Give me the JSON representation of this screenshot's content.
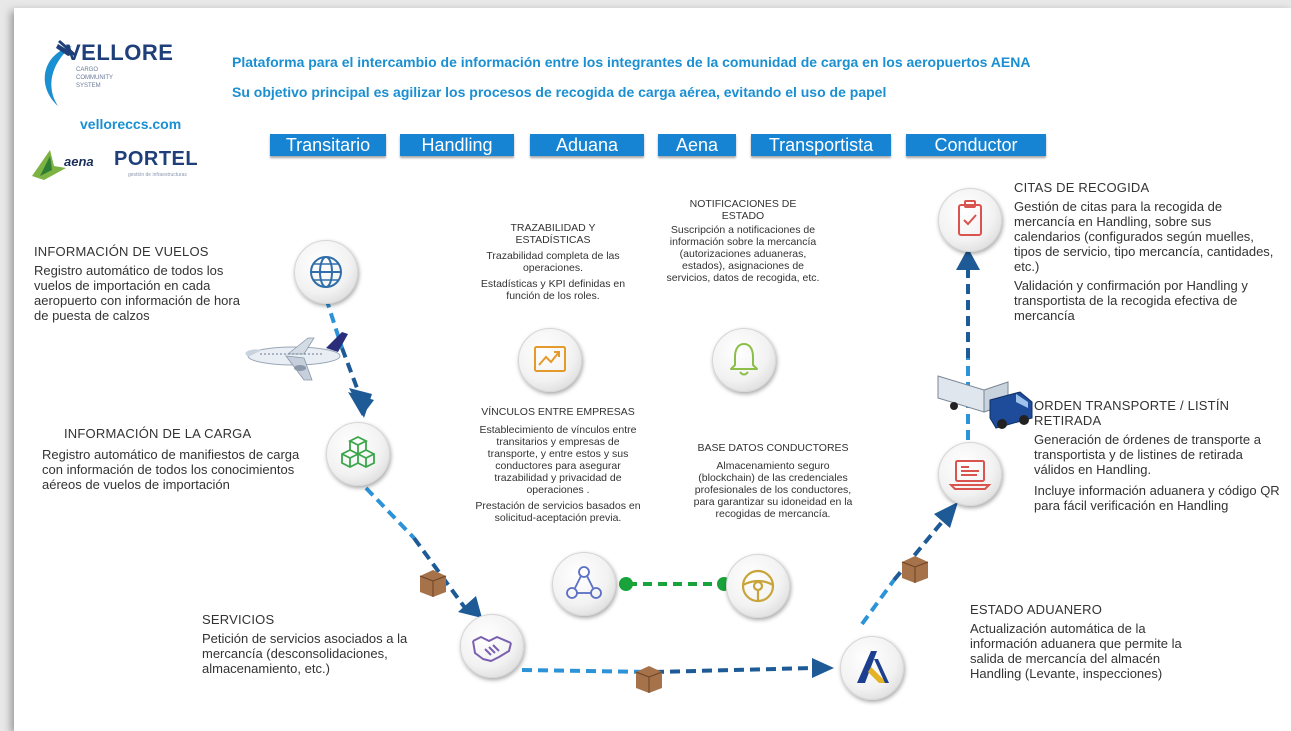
{
  "logo": {
    "brand": "VELLORE",
    "tagline": "CARGO COMMUNITY SYSTEM",
    "url": "velloreccs.com",
    "partner_aena": "aena",
    "partner_portel": "PORTEL",
    "partner_portel_sub": "gestión de infraestructuras"
  },
  "header": {
    "line1": "Plataforma para el intercambio de información entre los integrantes de la comunidad de carga en los aeropuertos  AENA",
    "line2": "Su objetivo principal es agilizar los procesos de recogida de carga aérea, evitando el uso de papel"
  },
  "tabs": [
    "Transitario",
    "Handling",
    "Aduana",
    "Aena",
    "Transportista",
    "Conductor"
  ],
  "sections": {
    "vuelos": {
      "title": "INFORMACIÓN DE VUELOS",
      "body": "Registro automático de todos los vuelos de importación en cada aeropuerto con información de hora de puesta de calzos"
    },
    "carga": {
      "title": "INFORMACIÓN DE LA CARGA",
      "body": "Registro  automático de manifiestos de carga con información de todos los conocimientos aéreos de vuelos de importación"
    },
    "servicios": {
      "title": "SERVICIOS",
      "body": "Petición de servicios asociados a la mercancía (desconsolidaciones, almacenamiento, etc.)"
    },
    "aduanero": {
      "title": "ESTADO ADUANERO",
      "body": "Actualización automática de la información aduanera que permite la salida de mercancía del almacén Handling (Levante,  inspecciones)"
    },
    "orden": {
      "title": "ORDEN TRANSPORTE / LISTÍN RETIRADA",
      "body1": "Generación de órdenes de transporte a transportista y de listines de retirada válidos en Handling.",
      "body2": "Incluye información aduanera y código QR para fácil verificación en Handling"
    },
    "citas": {
      "title": "CITAS DE RECOGIDA",
      "body1": "Gestión de citas para la recogida de mercancía en Handling, sobre sus calendarios (configurados según muelles, tipos de servicio, tipo mercancía, cantidades, etc.)",
      "body2": "Validación y confirmación por Handling y transportista de la recogida efectiva de mercancía"
    },
    "trazabilidad": {
      "title": "TRAZABILIDAD Y ESTADÍSTICAS",
      "body1": "Trazabilidad completa de las operaciones.",
      "body2": "Estadísticas y KPI definidas en función de los roles."
    },
    "notificaciones": {
      "title": "NOTIFICACIONES DE ESTADO",
      "body": "Suscripción a notificaciones de información sobre la mercancía (autorizaciones aduaneras, estados), asignaciones de servicios, datos de recogida,  etc."
    },
    "vinculos": {
      "title": "VÍNCULOS ENTRE EMPRESAS",
      "body1": "Establecimiento de vínculos entre transitarios y empresas de transporte, y entre estos y sus conductores para asegurar trazabilidad y privacidad de operaciones .",
      "body2": "Prestación de servicios basados en solicitud-aceptación previa."
    },
    "conductores": {
      "title": "BASE DATOS CONDUCTORES",
      "body": "Almacenamiento seguro (blockchain) de las credenciales profesionales de los conductores, para garantizar su idoneidad en la recogidas de mercancía."
    }
  },
  "icons": [
    "globe-icon",
    "boxes-stack-icon",
    "handshake-icon",
    "customs-agency-icon",
    "laptop-document-icon",
    "clipboard-calendar-icon",
    "chart-icon",
    "bell-icon",
    "network-users-icon",
    "steering-wheel-icon",
    "airplane-icon",
    "truck-icon",
    "parcel-box-icon"
  ],
  "colors": {
    "accent": "#1a8fd1",
    "tab": "#1684d2",
    "arrow_dark": "#1d5a96",
    "arrow_light": "#2d93d8",
    "link_green": "#19a33a"
  }
}
